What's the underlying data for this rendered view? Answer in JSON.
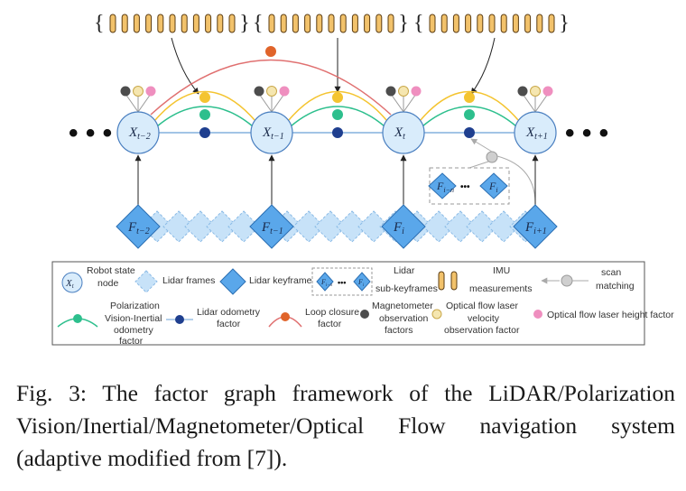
{
  "nodes": [
    {
      "base": "X",
      "sub": "t−2"
    },
    {
      "base": "X",
      "sub": "t−1"
    },
    {
      "base": "X",
      "sub": "t"
    },
    {
      "base": "X",
      "sub": "t+1"
    }
  ],
  "keyframes": [
    {
      "base": "F",
      "sub": "t−2"
    },
    {
      "base": "F",
      "sub": "t−1"
    },
    {
      "base": "F",
      "sub": "i"
    },
    {
      "base": "F",
      "sub": "i+1"
    }
  ],
  "subkeyframes": {
    "first": {
      "base": "F",
      "sub": "i−n"
    },
    "last": {
      "base": "F",
      "sub": "i"
    },
    "dots": "•••"
  },
  "ellipsis_left": "• • •",
  "ellipsis_right": "• • •",
  "imu_brace_open": "{",
  "imu_brace_close": "}",
  "imu_groups": 3,
  "imu_bars_per_group": 11,
  "colors": {
    "node_fill": "#d9ecfb",
    "node_stroke": "#4a7fc0",
    "keyframe_fill": "#5aa7ea",
    "lidar_frame_fill": "#c7e2f8",
    "imu_fill": "#f2c26b",
    "imu_stroke": "#5b3c12",
    "polarization_vio": "#2dbf8d",
    "lidar_odometry": "#1f3f8f",
    "loop_closure": "#e0642a",
    "loop_closure_line": "#e07070",
    "magnetometer": "#4d4d4d",
    "optical_flow_velocity": "#f5e6b0",
    "optical_flow_height": "#ef8fbf",
    "vio_factor": "#f4c430",
    "scan_matching": "#b8b8b8"
  },
  "legend": {
    "robot_state_node": {
      "symbol": "X",
      "symbol_sub": "t",
      "line1": "Robot state",
      "line2": "node"
    },
    "lidar_frames": "Lidar frames",
    "lidar_keyframe": "Lidar keyframe",
    "lidar_subkeyframes": {
      "line1": "Lidar",
      "line2": "sub-keyframes",
      "first": "F",
      "first_sub": "i−n",
      "last": "F",
      "last_sub": "i"
    },
    "imu_measurements": {
      "line1": "IMU",
      "line2": "measurements"
    },
    "scan_matching": {
      "line1": "scan",
      "line2": "matching"
    },
    "polarization_vio_factor": {
      "line1": "Polarization",
      "line2": "Vision-Inertial",
      "line3": "odometry",
      "line4": "factor"
    },
    "lidar_odometry_factor": {
      "line1": "Lidar odometry",
      "line2": "factor"
    },
    "loop_closure_factor": {
      "line1": "Loop closure",
      "line2": "factor"
    },
    "magnetometer_factors": {
      "line1": "Magnetometer",
      "line2": "observation",
      "line3": "factors"
    },
    "optical_flow_velocity_factor": {
      "line1": "Optical flow laser",
      "line2": "velocity",
      "line3": "observation factor"
    },
    "optical_flow_height_factor": "Optical flow laser height factor"
  },
  "caption": "Fig. 3: The factor graph framework of the LiDAR/Polarization Vision/Inertial/Magnetometer/Optical Flow navigation system (adaptive modified from [7])."
}
